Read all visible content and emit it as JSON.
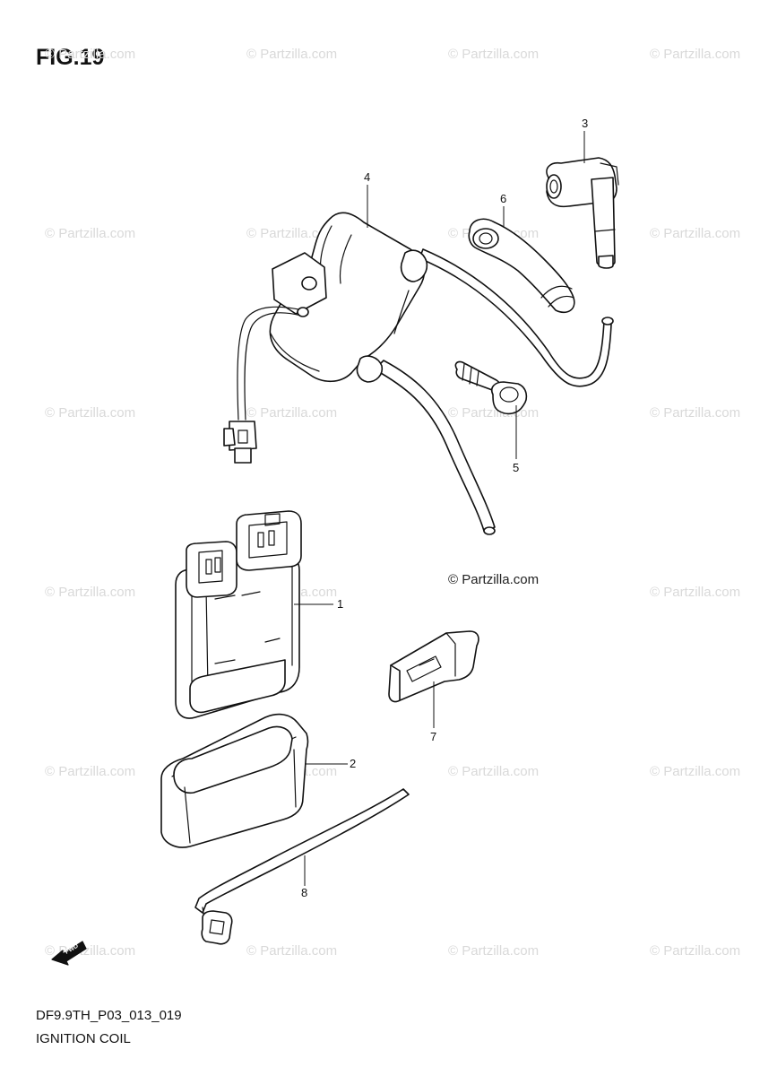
{
  "figure": {
    "title": "FIG.19",
    "code": "DF9.9TH_P03_013_019",
    "name": "IGNITION COIL"
  },
  "watermark": {
    "text": "© Partzilla.com",
    "center_text": "© Partzilla.com"
  },
  "callouts": {
    "p1": "1",
    "p2": "2",
    "p3": "3",
    "p4": "4",
    "p5": "5",
    "p6": "6",
    "p7": "7",
    "p8": "8"
  },
  "fwd_label": "FWD"
}
